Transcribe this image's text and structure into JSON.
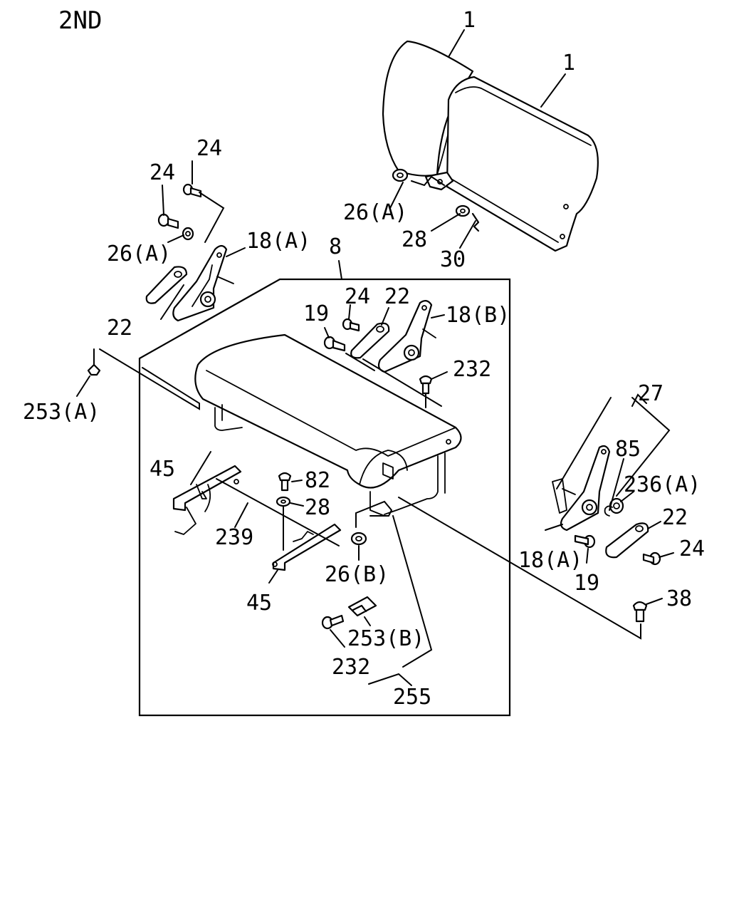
{
  "title": "2ND",
  "callouts": [
    {
      "id": "c1a",
      "text": "1"
    },
    {
      "id": "c1b",
      "text": "1"
    },
    {
      "id": "c24a",
      "text": "24"
    },
    {
      "id": "c24b",
      "text": "24"
    },
    {
      "id": "c26a-left",
      "text": "26(A)"
    },
    {
      "id": "c18a-left",
      "text": "18(A)"
    },
    {
      "id": "c22-left",
      "text": "22"
    },
    {
      "id": "c26a-top",
      "text": "26(A)"
    },
    {
      "id": "c28-top",
      "text": "28"
    },
    {
      "id": "c30",
      "text": "30"
    },
    {
      "id": "c8",
      "text": "8"
    },
    {
      "id": "c24-mid",
      "text": "24"
    },
    {
      "id": "c22-mid",
      "text": "22"
    },
    {
      "id": "c19-mid",
      "text": "19"
    },
    {
      "id": "c18b",
      "text": "18(B)"
    },
    {
      "id": "c232-top",
      "text": "232"
    },
    {
      "id": "c253a",
      "text": "253(A)"
    },
    {
      "id": "c27",
      "text": "27"
    },
    {
      "id": "c85",
      "text": "85"
    },
    {
      "id": "c236a",
      "text": "236(A)"
    },
    {
      "id": "c22-right",
      "text": "22"
    },
    {
      "id": "c24-right",
      "text": "24"
    },
    {
      "id": "c18a-right",
      "text": "18(A)"
    },
    {
      "id": "c19-right",
      "text": "19"
    },
    {
      "id": "c38",
      "text": "38"
    },
    {
      "id": "c45a",
      "text": "45"
    },
    {
      "id": "c82",
      "text": "82"
    },
    {
      "id": "c28-mid",
      "text": "28"
    },
    {
      "id": "c239",
      "text": "239"
    },
    {
      "id": "c26b",
      "text": "26(B)"
    },
    {
      "id": "c45b",
      "text": "45"
    },
    {
      "id": "c253b",
      "text": "253(B)"
    },
    {
      "id": "c232-bottom",
      "text": "232"
    },
    {
      "id": "c255",
      "text": "255"
    }
  ]
}
